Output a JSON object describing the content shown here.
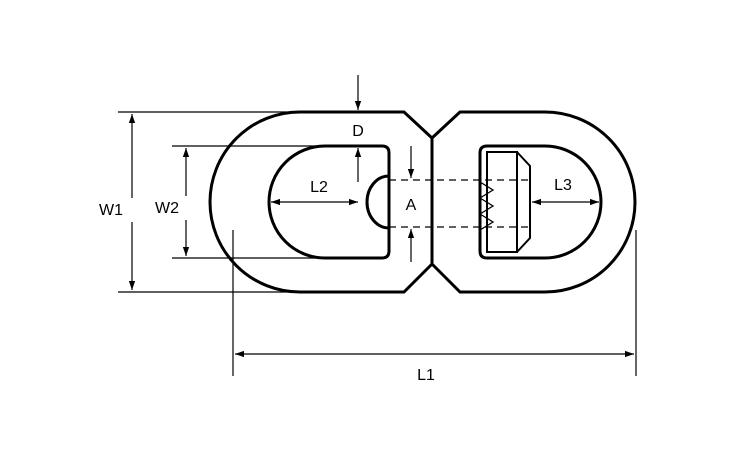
{
  "labels": {
    "w1": "W1",
    "w2": "W2",
    "d": "D",
    "l2": "L2",
    "a": "A",
    "l3": "L3",
    "l1": "L1"
  },
  "colors": {
    "line": "#000000",
    "background": "#ffffff"
  }
}
